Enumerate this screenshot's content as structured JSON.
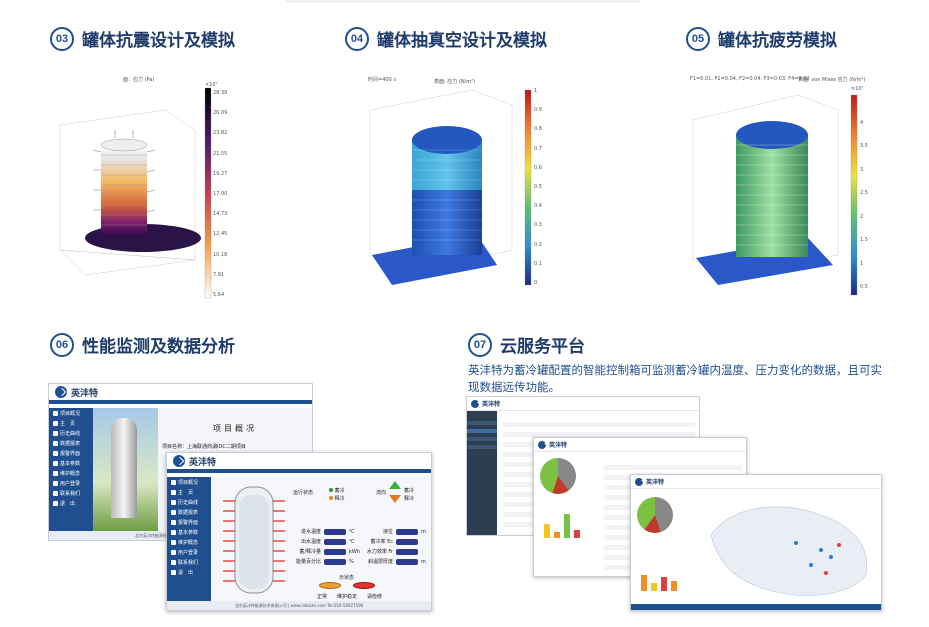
{
  "sections": [
    {
      "num": "03",
      "title": "罐体抗震设计及模拟"
    },
    {
      "num": "04",
      "title": "罐体抽真空设计及模拟"
    },
    {
      "num": "05",
      "title": "罐体抗疲劳模拟"
    },
    {
      "num": "06",
      "title": "性能监测及数据分析"
    },
    {
      "num": "07",
      "title": "云服务平台"
    }
  ],
  "cloud_desc": "英沣特为蓄冷罐配置的智能控制箱可监测蓄冷罐内温度、压力变化的数据，且可实现数据远传功能。",
  "sim1": {
    "header": "面：应力 (Pa)",
    "scale_unit": "×10⁷",
    "scale_ticks": [
      "28.39",
      "26.09",
      "23.82",
      "21.55",
      "19.27",
      "17.00",
      "14.73",
      "12.45",
      "10.18",
      "7.91",
      "5.64"
    ]
  },
  "sim2": {
    "header": "时间=400 s",
    "subheader": "表面: 应力 (N/m²)",
    "scale_ticks": [
      "1",
      "0.9",
      "0.8",
      "0.7",
      "0.6",
      "0.5",
      "0.4",
      "0.3",
      "0.2",
      "0.1",
      "0"
    ]
  },
  "sim3": {
    "header": "F1=0.01, F1=0.04, F2=0.04, F3=0.03, F4=0.02",
    "subheader": "表面: von Mises 应力 (N/m²)",
    "scale_unit": "×10⁷",
    "scale_ticks": [
      "4",
      "3.5",
      "3",
      "2.5",
      "2",
      "1.5",
      "1",
      "0.5"
    ]
  },
  "scada_back": {
    "brand": "英沣特",
    "title": "项目概况",
    "project": "项目名称：上海联通商湖IDC二期项目",
    "menu": [
      "项目概况",
      "主　页",
      "历史曲线",
      "数据报表",
      "报警界面",
      "基本参数",
      "维护概念",
      "用户登录",
      "联系我们",
      "退　出"
    ],
    "footer": "北京英沣特能源技术有限公司 | www.inbeian.com"
  },
  "scada_front": {
    "brand": "英沣特",
    "menu": [
      "项目概况",
      "主　页",
      "历史曲线",
      "数据报表",
      "报警界面",
      "基本参数",
      "维护概念",
      "用户登录",
      "联系我们",
      "退　出"
    ],
    "run_state_label": "运行状态",
    "states": [
      "蓄冷",
      "释冷"
    ],
    "flow_label": "流向",
    "readings": [
      {
        "label": "进水温度",
        "unit": "℃"
      },
      {
        "label": "出水温度",
        "unit": "℃"
      },
      {
        "label": "蓄/释冷量",
        "unit": "kWh"
      },
      {
        "label": "能量百分比",
        "unit": "%"
      }
    ],
    "readings_right": [
      {
        "label": "液位",
        "unit": "m"
      },
      {
        "label": "蓄冷率 Ec",
        "unit": ""
      },
      {
        "label": "水力效率 Fr",
        "unit": ""
      },
      {
        "label": "斜温层厚度",
        "unit": "m"
      }
    ],
    "alarm_label": "示状态",
    "alarm_items": [
      "正常",
      "维护稳定",
      "请检修"
    ],
    "footer": "北京英沣特能源技术有限公司 | www.inbeian.com  Tel:010-56927590"
  },
  "cloud": {
    "brand": "英沣特",
    "colors": {
      "accent": "#1f4f8f",
      "green": "#7cc242",
      "orange": "#f28c28",
      "red": "#e04040",
      "yellow": "#f3c623"
    }
  }
}
